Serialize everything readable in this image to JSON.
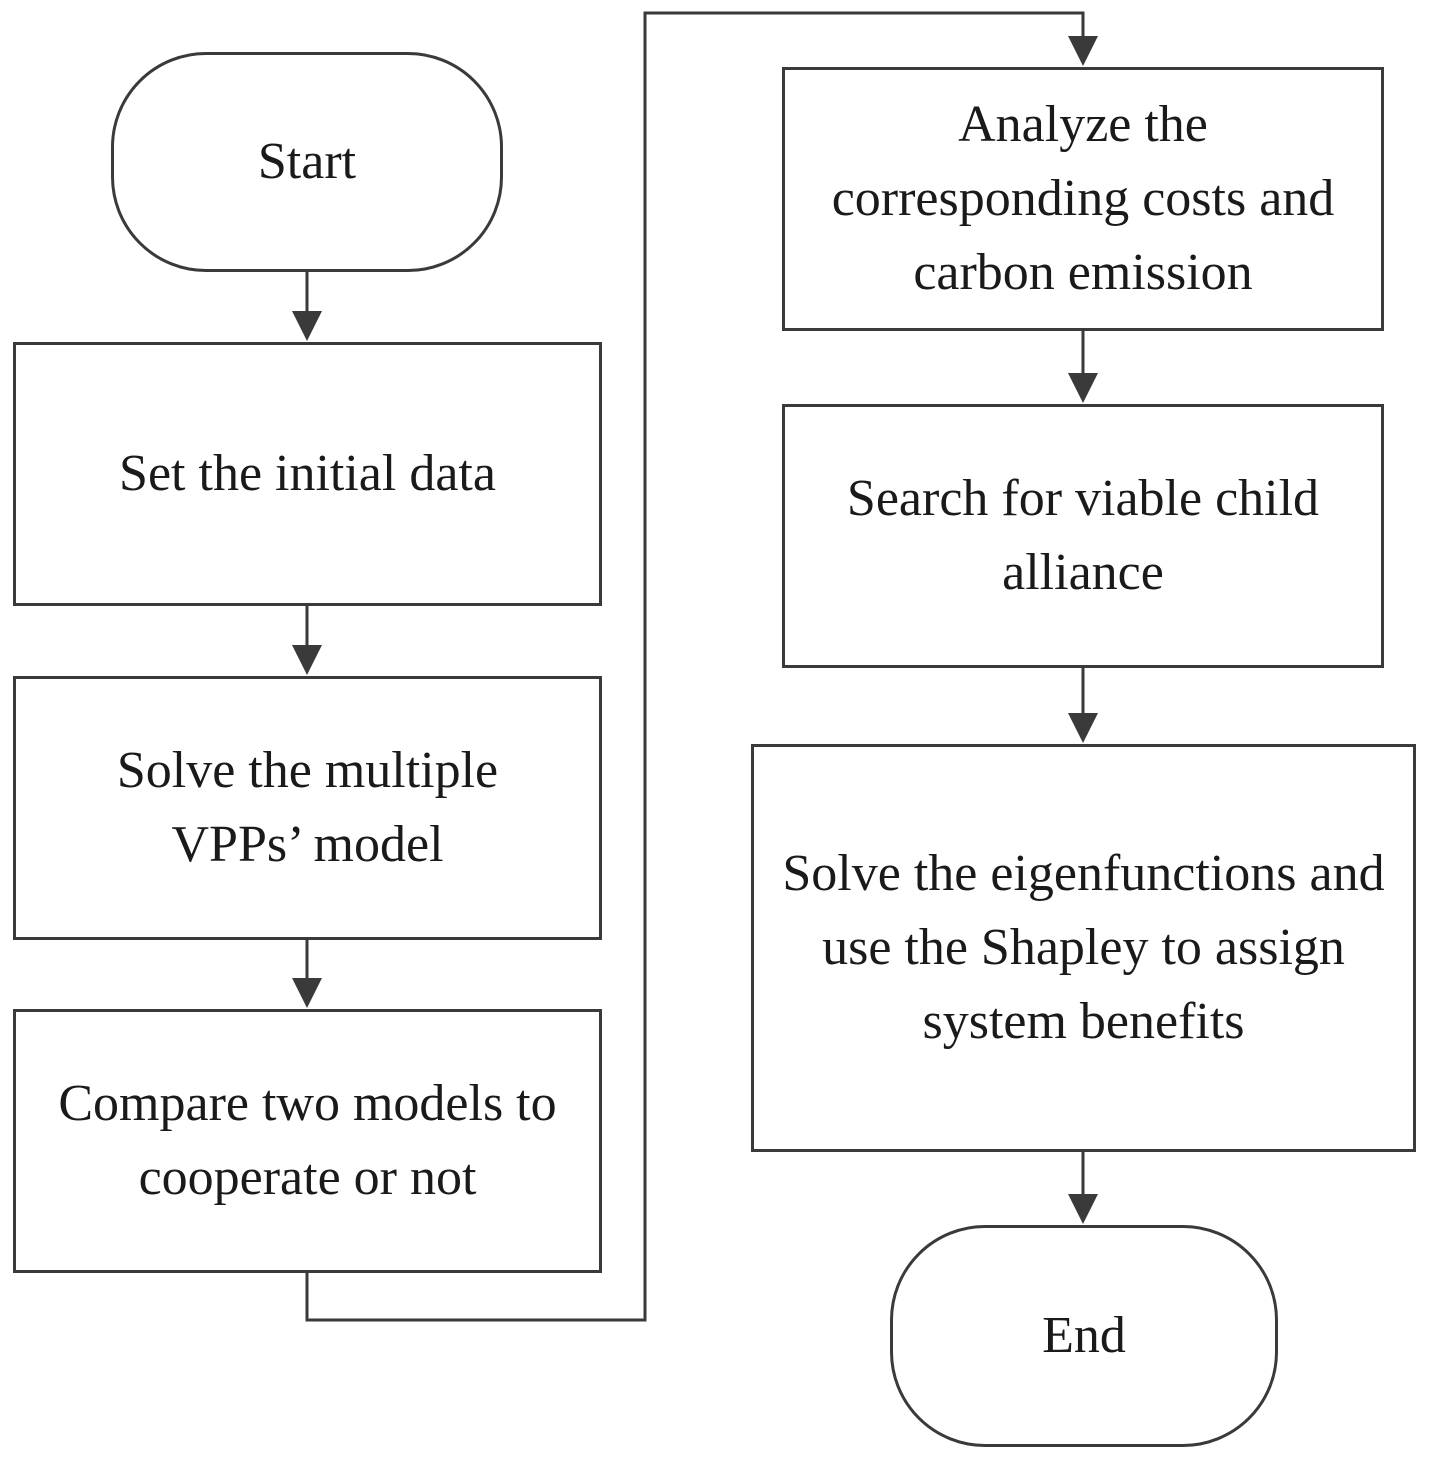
{
  "diagram": {
    "nodes": {
      "start": "Start",
      "set_data": "Set the initial data",
      "solve_model": "Solve the multiple VPPs’ model",
      "compare": "Compare two models to cooperate or not",
      "analyze": "Analyze the corresponding costs and carbon emission",
      "search": "Search for viable child alliance",
      "eigen": "Solve the eigenfunctions and use the Shapley to assign system benefits",
      "end": "End"
    },
    "edges": [
      {
        "from": "start",
        "to": "set_data"
      },
      {
        "from": "set_data",
        "to": "solve_model"
      },
      {
        "from": "solve_model",
        "to": "compare"
      },
      {
        "from": "compare",
        "to": "analyze"
      },
      {
        "from": "analyze",
        "to": "search"
      },
      {
        "from": "search",
        "to": "eigen"
      },
      {
        "from": "eigen",
        "to": "end"
      }
    ],
    "colors": {
      "line": "#3a3a3a",
      "text": "#1a1a1a",
      "background": "#ffffff"
    }
  }
}
